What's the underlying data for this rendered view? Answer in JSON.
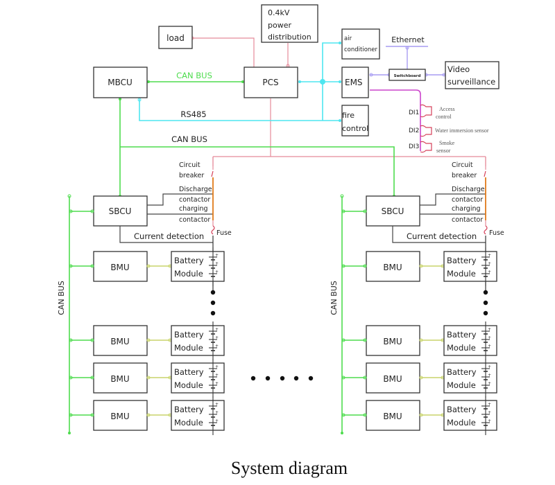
{
  "title": "System diagram",
  "top": {
    "load": "load",
    "power_dist": [
      "0.4kV",
      "power",
      "distribution"
    ],
    "air_conditioner": [
      "air",
      "conditioner"
    ],
    "mbcu": "MBCU",
    "pcs": "PCS",
    "ems": "EMS",
    "fire_control": [
      "fire",
      "control"
    ],
    "ethernet": "Ethernet",
    "switchboard": "Switchboard",
    "video": [
      "Video",
      "surveillance"
    ],
    "can_bus_top": "CAN BUS",
    "rs485": "RS485",
    "can_bus_mid": "CAN BUS",
    "di": [
      {
        "id": "DI1",
        "label": [
          "Access",
          "control"
        ]
      },
      {
        "id": "DI2",
        "label": [
          "Water immersion sensor"
        ]
      },
      {
        "id": "DI3",
        "label": [
          "Smoke",
          "sensor"
        ]
      }
    ]
  },
  "cluster": {
    "sbcu": "SBCU",
    "circuit_breaker": [
      "Circuit",
      "breaker"
    ],
    "discharge_contactor": [
      "Discharge",
      "contactor"
    ],
    "charging_contactor": [
      "charging",
      "contactor"
    ],
    "fuse": "Fuse",
    "current_detection": "Current detection",
    "can_bus_vertical": "CAN BUS",
    "bmu": "BMU",
    "battery_module": [
      "Battery",
      "Module"
    ]
  },
  "colors": {
    "can_bus": "#4ddc4d",
    "rs485": "#4de6f0",
    "power": "#e58a99",
    "ethernet": "#a79cf2",
    "di": "#cc44cc",
    "bmu_link": "#c8d46a"
  }
}
